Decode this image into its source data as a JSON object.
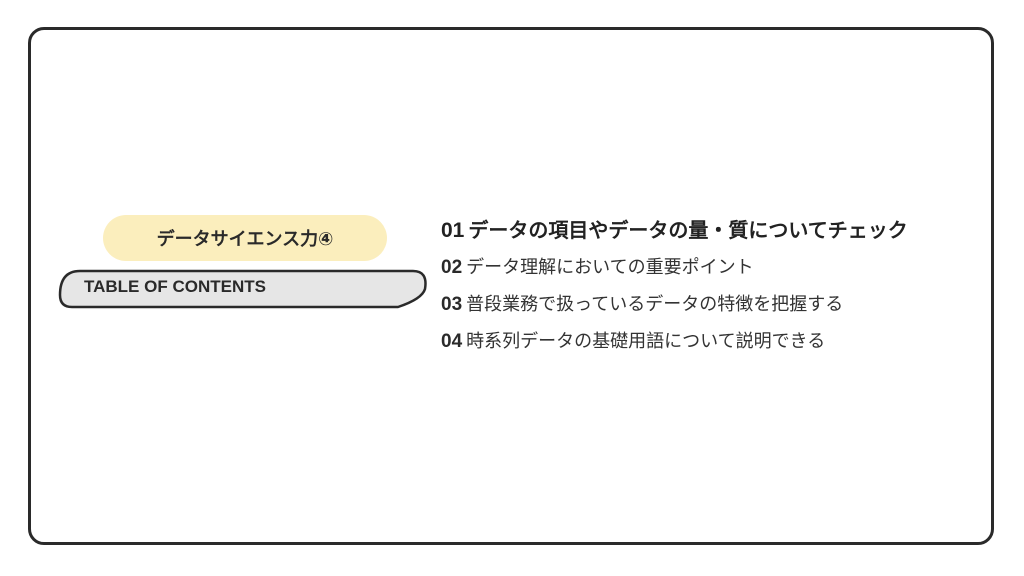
{
  "slide": {
    "title": "データサイエンス力④",
    "toc_label": "TABLE OF CONTENTS",
    "items": [
      {
        "num": "01",
        "text": "データの項目やデータの量・質についてチェック"
      },
      {
        "num": "02",
        "text": "データ理解においての重要ポイント"
      },
      {
        "num": "03",
        "text": "普段業務で扱っているデータの特徴を把握する"
      },
      {
        "num": "04",
        "text": "時系列データの基礎用語について説明できる"
      }
    ]
  },
  "colors": {
    "pill_background": "#fbeebd",
    "toc_bar_background": "#e6e6e6",
    "frame_border": "#2a2a2a"
  }
}
